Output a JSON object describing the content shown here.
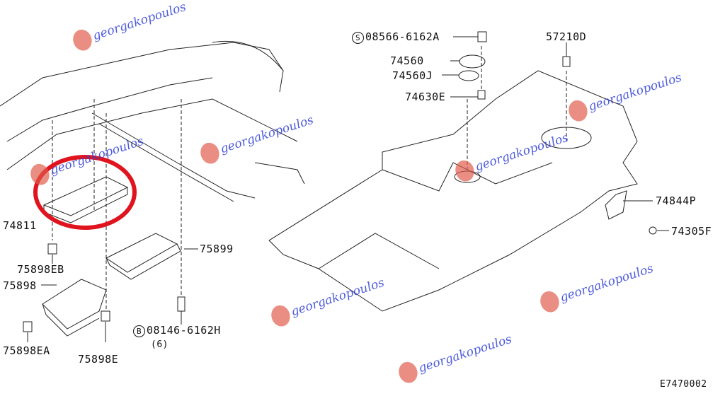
{
  "parts": {
    "p1": "08566-6162A",
    "p1_prefix": "S",
    "p2": "74560",
    "p3": "74560J",
    "p4": "74630E",
    "p5": "57210D",
    "p6": "74844P",
    "p7": "74305F",
    "p8": "74811",
    "p9": "75899",
    "p10": "75898EB",
    "p11": "75898",
    "p12": "08146-6162H",
    "p12_prefix": "B",
    "p12_qty": "(6)",
    "p13": "75898EA",
    "p14": "75898E"
  },
  "diagram_code": "E7470002",
  "watermark": "georgakopoulos",
  "colors": {
    "highlight": "#e0141e",
    "watermark": "#3040d8",
    "logo": "#e05a4a"
  }
}
